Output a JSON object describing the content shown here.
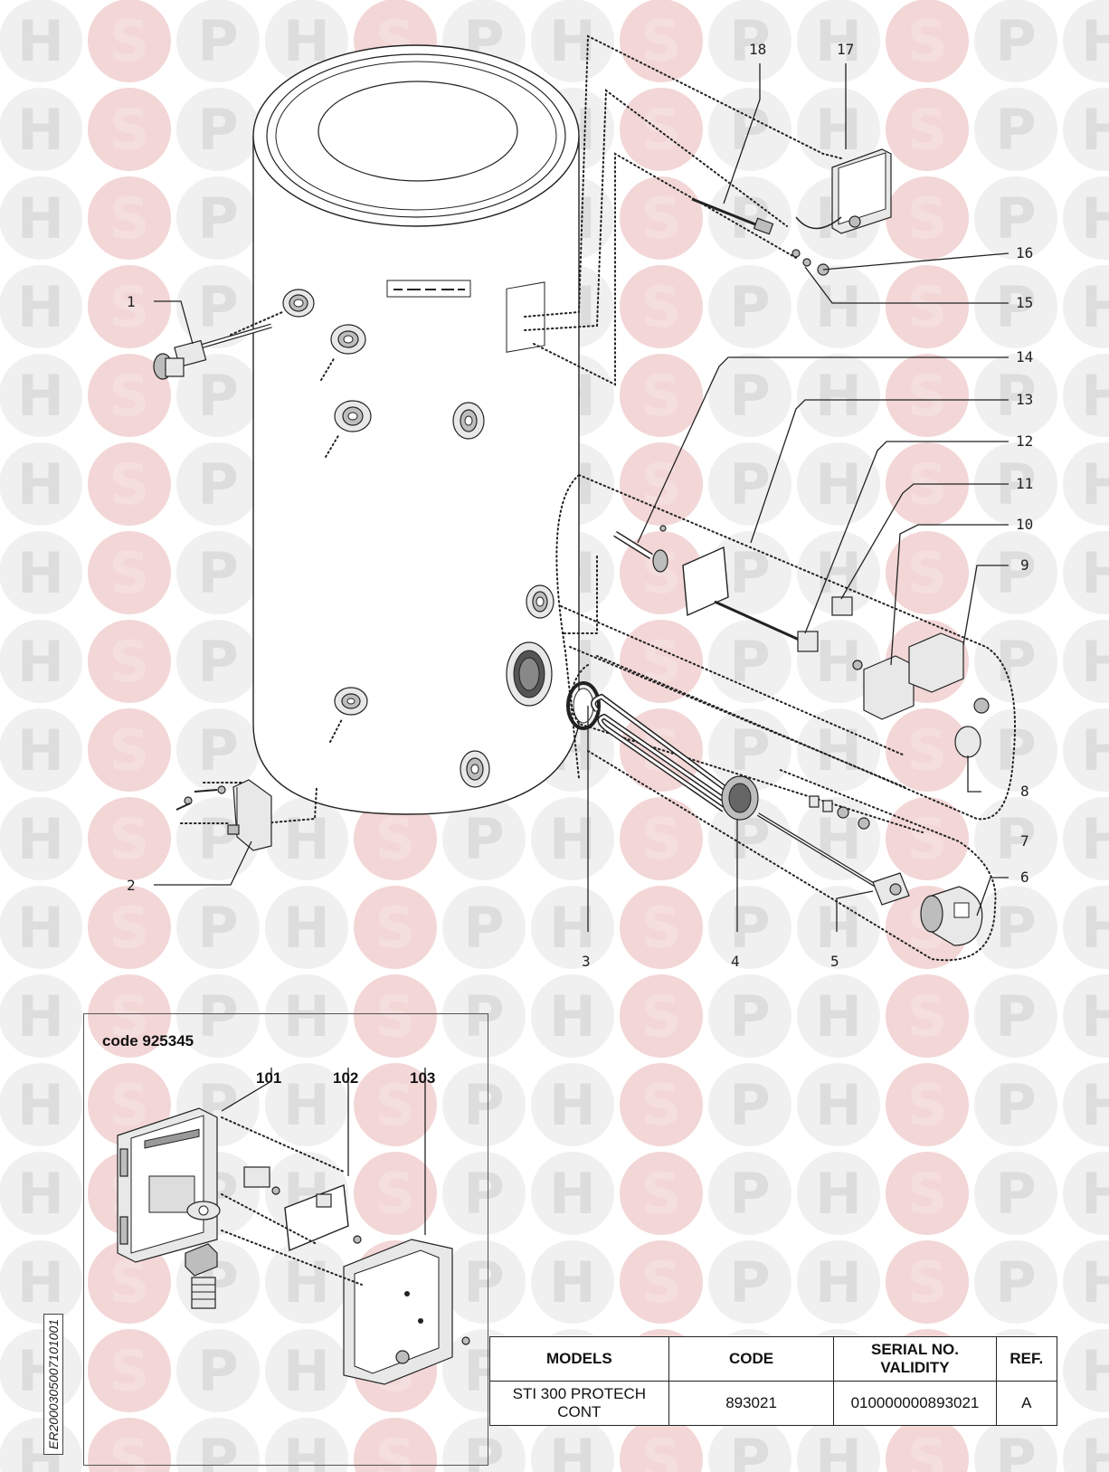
{
  "watermark": {
    "letters": [
      "H",
      "S",
      "P"
    ],
    "color_letter": "#cfcfcf",
    "color_circle": "#f0f0f0",
    "color_s": "#f3d6d6"
  },
  "callouts": [
    {
      "label": "1"
    },
    {
      "label": "2"
    },
    {
      "label": "3"
    },
    {
      "label": "4"
    },
    {
      "label": "5"
    },
    {
      "label": "6"
    },
    {
      "label": "7"
    },
    {
      "label": "8"
    },
    {
      "label": "9"
    },
    {
      "label": "10"
    },
    {
      "label": "11"
    },
    {
      "label": "12"
    },
    {
      "label": "13"
    },
    {
      "label": "14"
    },
    {
      "label": "15"
    },
    {
      "label": "16"
    },
    {
      "label": "17"
    },
    {
      "label": "18"
    }
  ],
  "inset": {
    "title": "code 925345",
    "callouts": [
      {
        "label": "101"
      },
      {
        "label": "102"
      },
      {
        "label": "103"
      }
    ]
  },
  "drawing_ref": "ER2000305007101001",
  "table": {
    "headers": [
      "MODELS",
      "CODE",
      "SERIAL NO. VALIDITY",
      "REF."
    ],
    "rows": [
      [
        "STI 300 PROTECH CONT",
        "893021",
        "010000000893021",
        "A"
      ]
    ]
  }
}
